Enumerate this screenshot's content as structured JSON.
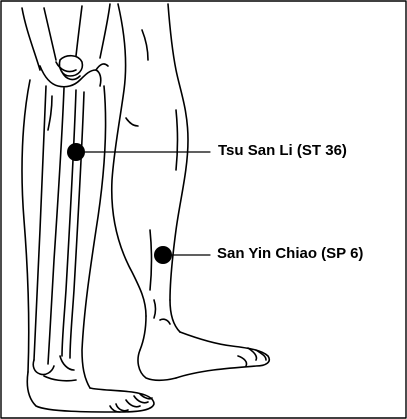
{
  "points": [
    {
      "id": "st36",
      "label": "Tsu San Li (ST 36)"
    },
    {
      "id": "sp6",
      "label": "San Yin Chiao (SP 6)"
    }
  ],
  "colors": {
    "ink": "#000000",
    "background": "#ffffff",
    "frame": "#000000"
  }
}
